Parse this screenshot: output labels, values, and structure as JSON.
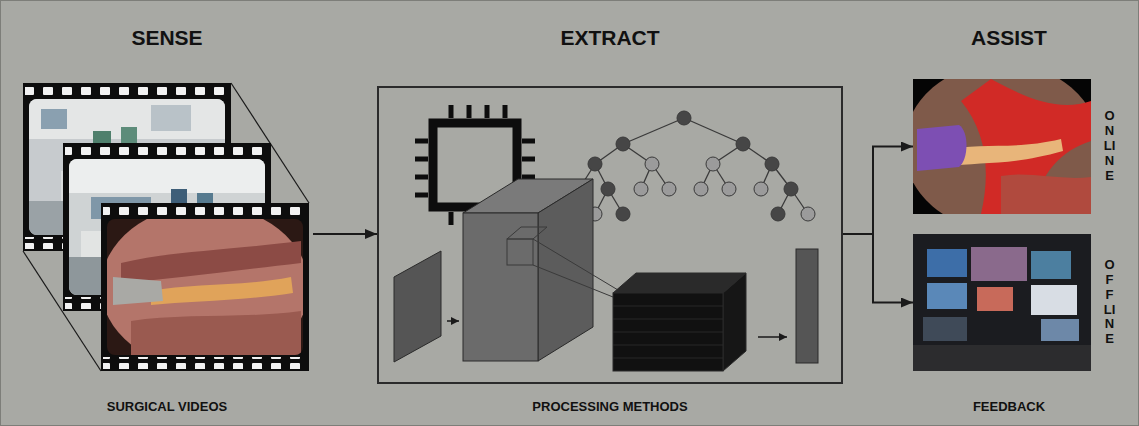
{
  "diagram": {
    "nodes": [
      {
        "text": [
          "SENSE",
          "SURGICAL VIDEOS"
        ]
      },
      {
        "text": [
          "EXTRACT",
          "PROCESSING METHODS"
        ]
      },
      {
        "text": [
          "ONLINE"
        ]
      },
      {
        "text": [
          "OFFLINE"
        ]
      }
    ],
    "edges": [
      {
        "from": 0,
        "to": 1,
        "arrow": "to"
      },
      {
        "from": 1,
        "to": 2,
        "arrow": "to"
      },
      {
        "from": 1,
        "to": 3,
        "arrow": "to"
      }
    ],
    "labels": [
      "ASSIST",
      "FEEDBACK"
    ]
  }
}
